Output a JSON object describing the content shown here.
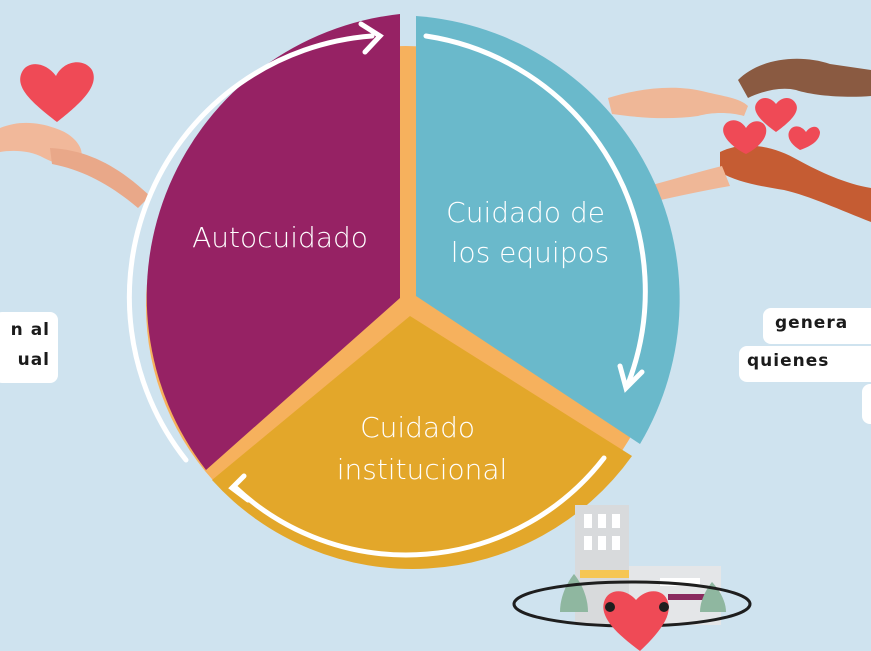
{
  "diagram": {
    "sectors": [
      {
        "id": "autocuidado",
        "lines": [
          "Autocuidado"
        ],
        "color": "#962264"
      },
      {
        "id": "equipos",
        "lines": [
          "Cuidado de",
          "los equipos"
        ],
        "color": "#6ab9cb"
      },
      {
        "id": "institucional",
        "lines": [
          "Cuidado",
          "institucional"
        ],
        "color": "#e3a72a"
      }
    ],
    "ring_color": "#f6b15d",
    "arrow_color": "#ffffff"
  },
  "callouts": {
    "left_lines": [
      "n al",
      "ual"
    ],
    "right_lines": [
      "genera",
      "quienes"
    ]
  },
  "icons": {
    "top_left": "heart-on-hand-icon",
    "top_right": "hands-giving-hearts-icon",
    "bottom": "building-with-heart-icon"
  }
}
